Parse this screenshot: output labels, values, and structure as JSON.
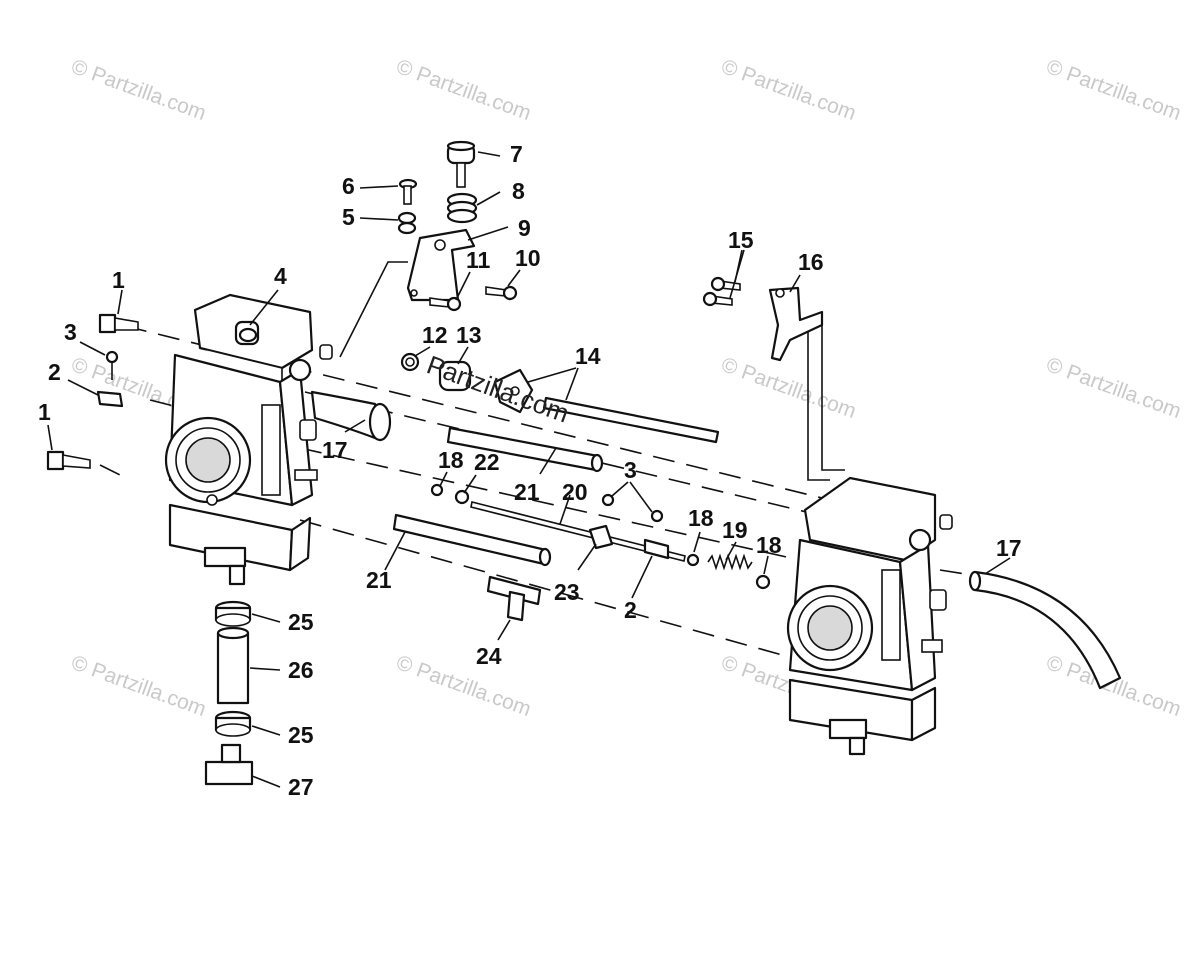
{
  "watermark": {
    "text": "© Partzilla.com",
    "center_text": "Partzilla.com"
  },
  "callouts": {
    "c1a": "1",
    "c1b": "1",
    "c2a": "2",
    "c2b": "2",
    "c3a": "3",
    "c3b": "3",
    "c4": "4",
    "c5": "5",
    "c6": "6",
    "c7": "7",
    "c8": "8",
    "c9": "9",
    "c10": "10",
    "c11": "11",
    "c12": "12",
    "c13": "13",
    "c14": "14",
    "c15": "15",
    "c16": "16",
    "c17a": "17",
    "c17b": "17",
    "c18a": "18",
    "c18b": "18",
    "c18c": "18",
    "c19": "19",
    "c20": "20",
    "c21a": "21",
    "c21b": "21",
    "c22": "22",
    "c23": "23",
    "c24": "24",
    "c25a": "25",
    "c25b": "25",
    "c26": "26",
    "c27": "27"
  },
  "colors": {
    "line": "#111111",
    "watermark": "#c9c9c9",
    "background": "#ffffff"
  }
}
